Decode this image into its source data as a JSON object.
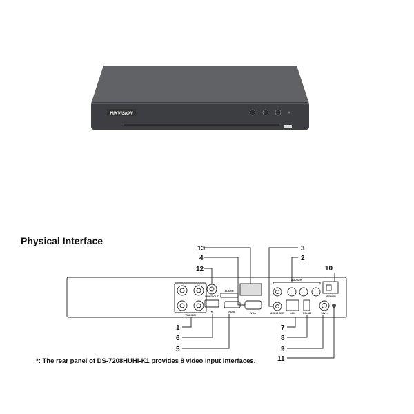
{
  "device": {
    "brand": "HIKVISION",
    "colors": {
      "top": "#5a5b5e",
      "front": "#3a3b3e",
      "label": "#ffffff"
    }
  },
  "section_title": "Physical Interface",
  "rear_panel": {
    "port_labels": {
      "video_in": "VIDEO IN",
      "video_out": "VIDEO OUT",
      "alarm": "ALARM",
      "usb": "⭍",
      "hdmi": "HDMI",
      "vga": "VGA",
      "audio_in": "AUDIO IN",
      "audio_out": "AUDIO OUT",
      "lan": "LAN",
      "rs485": "RS-485",
      "power_in": "12V⎓",
      "power": "POWER"
    },
    "callouts": [
      "1",
      "2",
      "3",
      "4",
      "5",
      "6",
      "7",
      "8",
      "9",
      "10",
      "11",
      "12",
      "13"
    ]
  },
  "footnote": "*: The rear panel of DS-7208HUHI-K1 provides 8 video input interfaces."
}
